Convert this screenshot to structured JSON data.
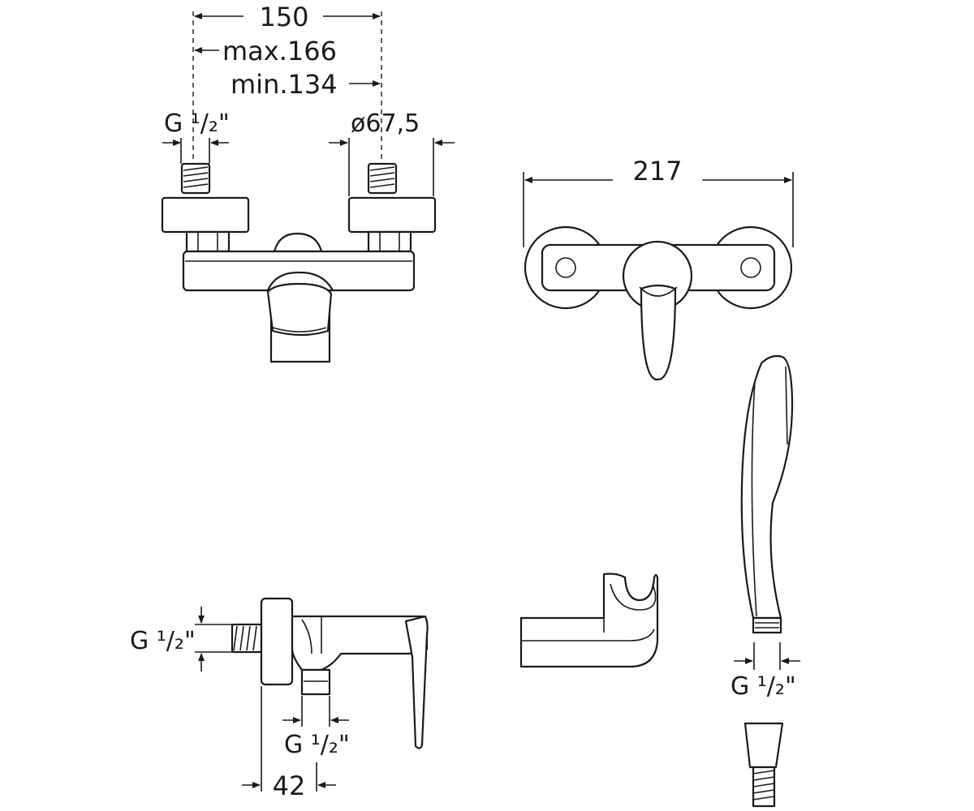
{
  "front_view": {
    "width_label": "150",
    "max_label": "max.166",
    "min_label": "min.134",
    "inlet_thread_label": "G ¹/₂\"",
    "eccentric_diameter_label": "ø67,5"
  },
  "top_view": {
    "width_label": "217"
  },
  "side_view": {
    "inlet_thread_label": "G ¹/₂\"",
    "outlet_thread_label": "G ¹/₂\"",
    "depth_label": "42"
  },
  "hand_shower": {
    "thread_label": "G ¹/₂\""
  }
}
